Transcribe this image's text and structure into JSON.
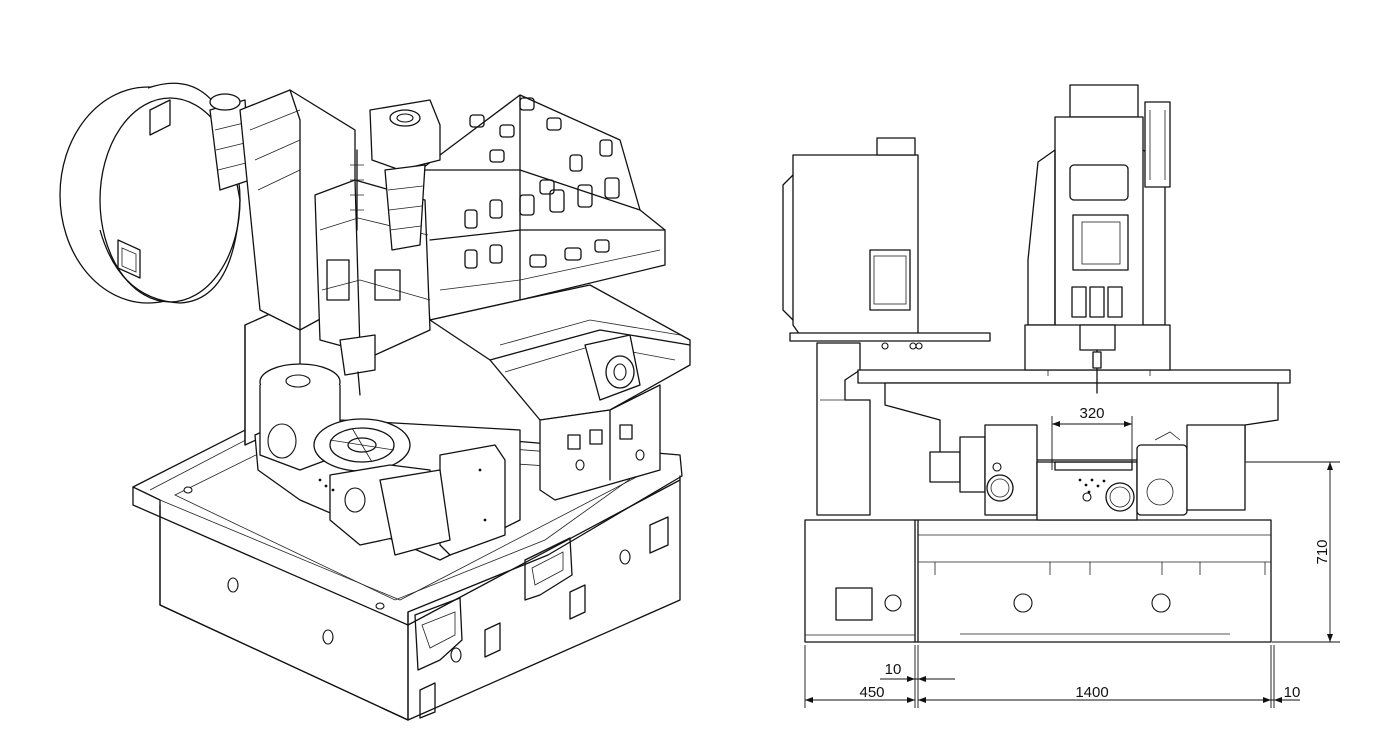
{
  "dimensions": {
    "table_width": "320",
    "height": "710",
    "left_offset": "450",
    "left_gap": "10",
    "base_length": "1400",
    "right_gap": "10"
  }
}
